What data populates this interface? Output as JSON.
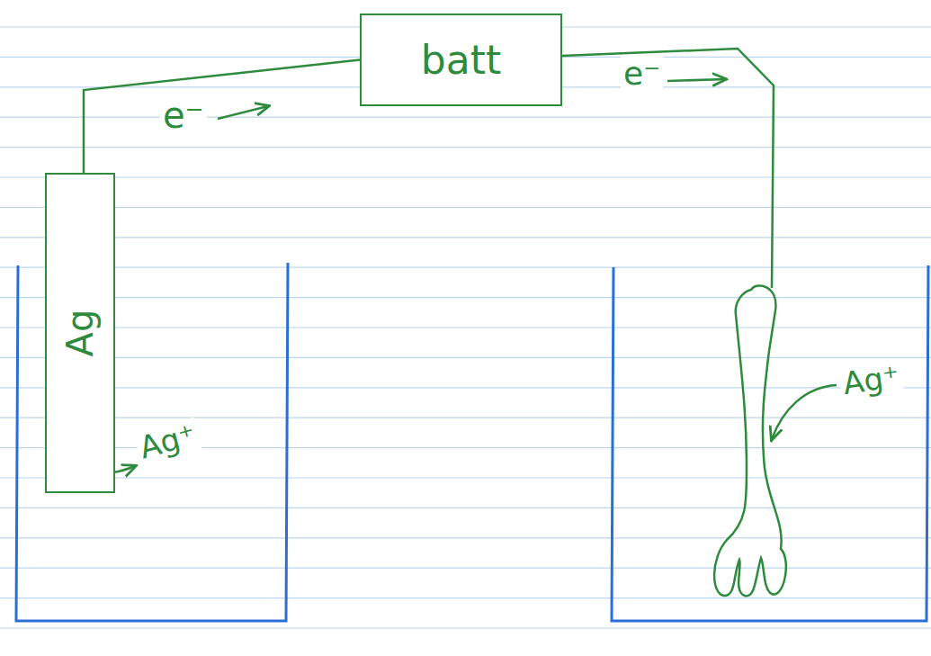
{
  "diagram": {
    "nodes": [
      {
        "text": [
          "batt"
        ]
      },
      {
        "text": [
          "Ag"
        ]
      }
    ],
    "edges": [
      {
        "from": 1,
        "to": 0,
        "arrow": "none"
      }
    ],
    "labels": [
      "e⁻",
      "e⁻",
      "Ag⁺",
      "Ag⁺"
    ]
  }
}
